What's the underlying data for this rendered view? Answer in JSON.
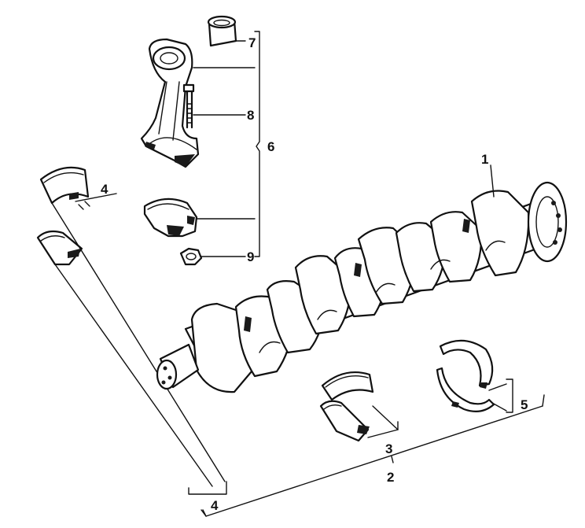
{
  "callouts": {
    "c1": "1",
    "c2": "2",
    "c3": "3",
    "c4_top": "4",
    "c4_bottom": "4",
    "c5": "5",
    "c6": "6",
    "c7": "7",
    "c8": "8",
    "c9": "9"
  }
}
